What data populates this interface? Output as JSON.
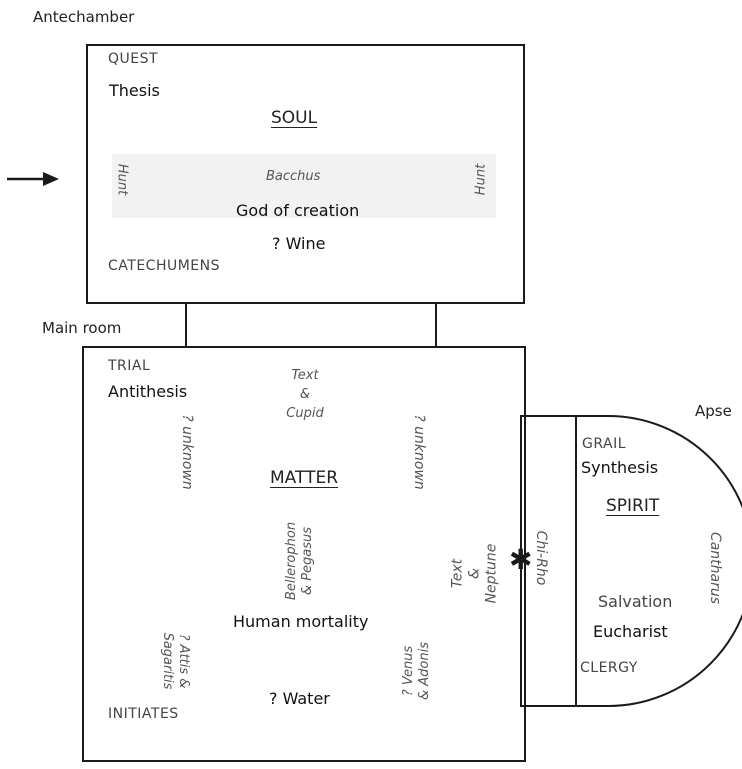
{
  "labels": {
    "antechamber": "Antechamber",
    "main_room": "Main room",
    "apse": "Apse"
  },
  "antechamber": {
    "quest": "QUEST",
    "thesis": "Thesis",
    "soul": "SOUL",
    "hunt_left": "Hunt",
    "hunt_right": "Hunt",
    "bacchus": "Bacchus",
    "god_of_creation": "God of creation",
    "wine": "? Wine",
    "catechumens": "CATECHUMENS"
  },
  "main_room": {
    "trial": "TRIAL",
    "antithesis": "Antithesis",
    "text_cupid": [
      "Text",
      "&",
      "Cupid"
    ],
    "unknown_left": "? unknown",
    "unknown_right": "? unknown",
    "matter": "MATTER",
    "bellerophon": [
      "Bellerophon",
      "& Pegasus"
    ],
    "text_neptune": [
      "Text",
      "&",
      "Neptune"
    ],
    "attis": [
      "? Attis &",
      "Sagaritis"
    ],
    "human_mortality": "Human mortality",
    "venus": [
      "? Venus",
      "& Adonis"
    ],
    "water": "? Water",
    "initiates": "INITIATES"
  },
  "apse": {
    "chi_rho": "Chi-Rho",
    "grail": "GRAIL",
    "synthesis": "Synthesis",
    "spirit": "SPIRIT",
    "cantharus": "Cantharus",
    "salvation": "Salvation",
    "eucharist": "Eucharist",
    "clergy": "CLERGY"
  },
  "colors": {
    "line": "#1a1a1a",
    "text": "#222222",
    "italic": "#555555"
  }
}
